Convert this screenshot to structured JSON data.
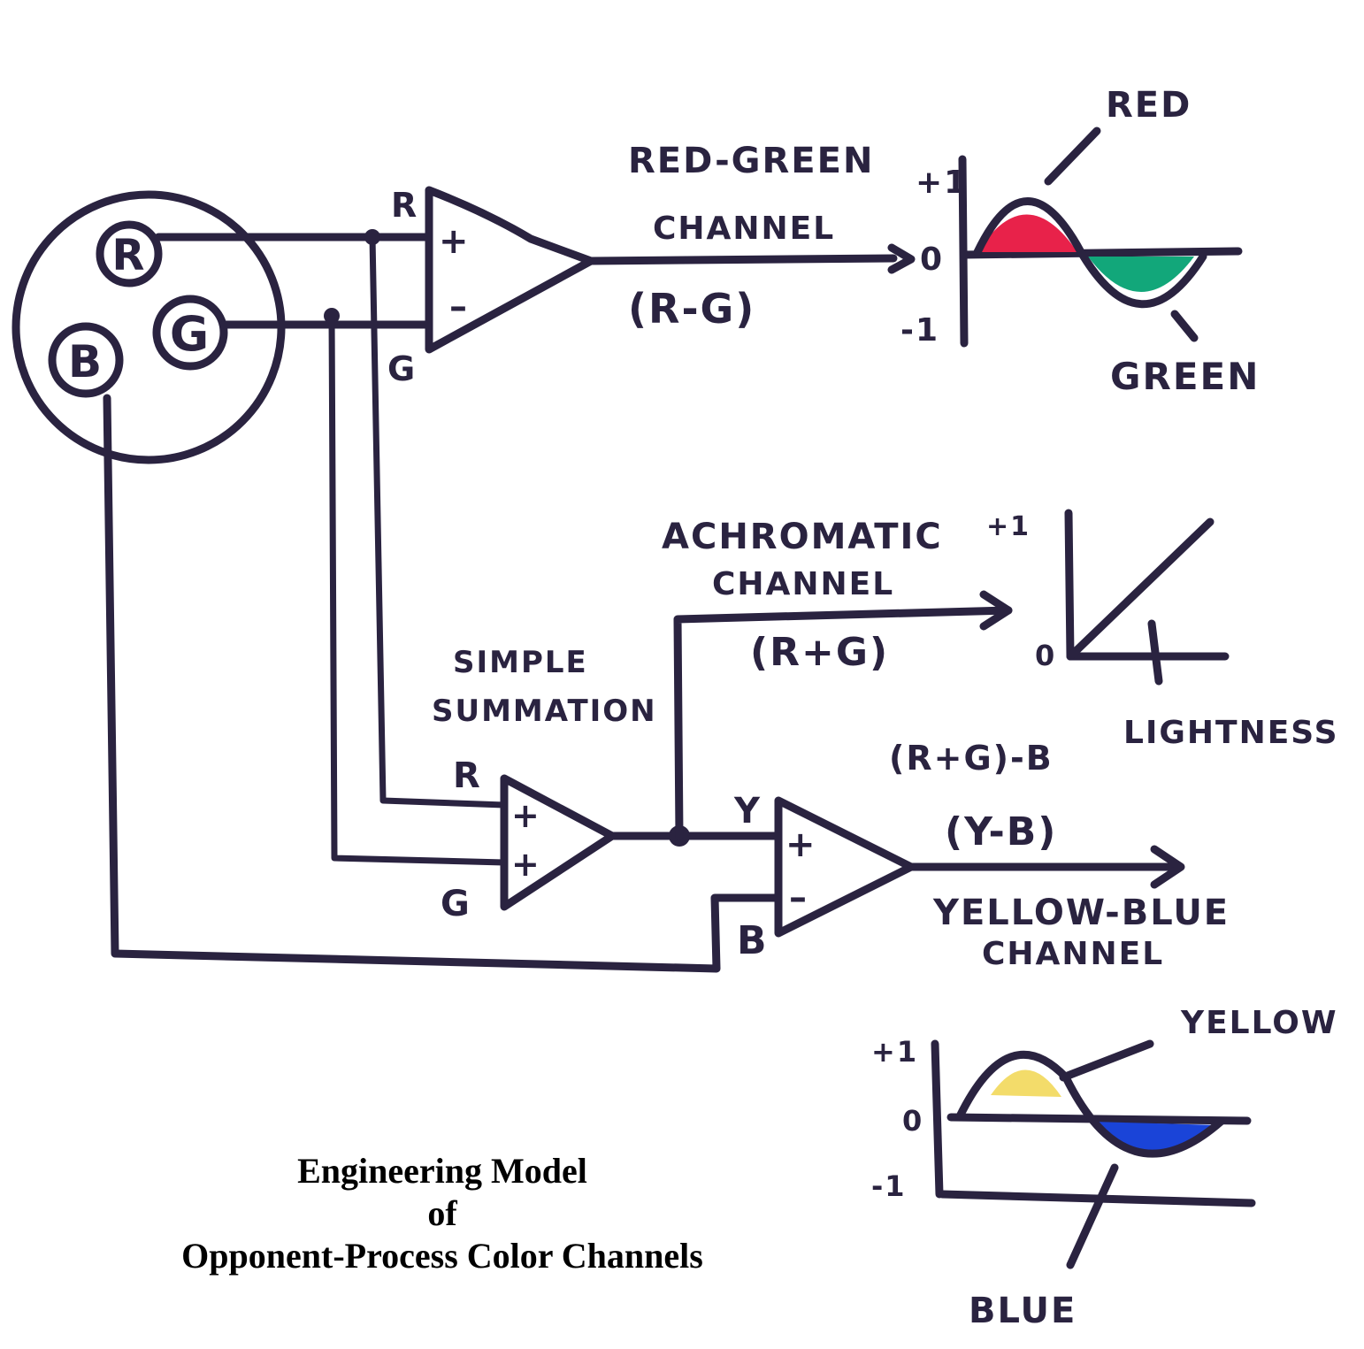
{
  "title": {
    "line1": "Engineering Model",
    "line2": "of",
    "line3": "Opponent-Process Color Channels"
  },
  "receptors": {
    "red": "R",
    "green": "G",
    "blue": "B"
  },
  "red_green_amp": {
    "input_top": "R",
    "input_bottom": "G",
    "plus": "+",
    "minus": "–",
    "label_line1": "RED-GREEN",
    "label_line2": "CHANNEL",
    "formula": "(R-G)"
  },
  "red_green_plot": {
    "tick_top": "+1",
    "tick_mid": "0",
    "tick_bottom": "-1",
    "positive_label": "RED",
    "negative_label": "GREEN",
    "positive_color": "#e8224a",
    "negative_color": "#12a77a"
  },
  "summation_amp": {
    "label_line1": "SIMPLE",
    "label_line2": "SUMMATION",
    "input_top": "R",
    "input_bottom": "G",
    "plus": "+"
  },
  "achromatic": {
    "label_line1": "ACHROMATIC",
    "label_line2": "CHANNEL",
    "formula": "(R+G)",
    "tick_top": "+1",
    "tick_zero": "0",
    "axis_label": "LIGHTNESS"
  },
  "yellow_blue_amp": {
    "input_top": "Y",
    "input_bottom": "B",
    "plus": "+",
    "minus": "–",
    "formula_long": "(R+G)-B",
    "formula": "(Y-B)",
    "label_line1": "YELLOW-BLUE",
    "label_line2": "CHANNEL"
  },
  "yellow_blue_plot": {
    "tick_top": "+1",
    "tick_mid": "0",
    "tick_bottom": "-1",
    "positive_label": "YELLOW",
    "negative_label": "BLUE",
    "positive_color": "#f3dc6a",
    "negative_color": "#1a44d8"
  },
  "ink_color": "#2a2340"
}
